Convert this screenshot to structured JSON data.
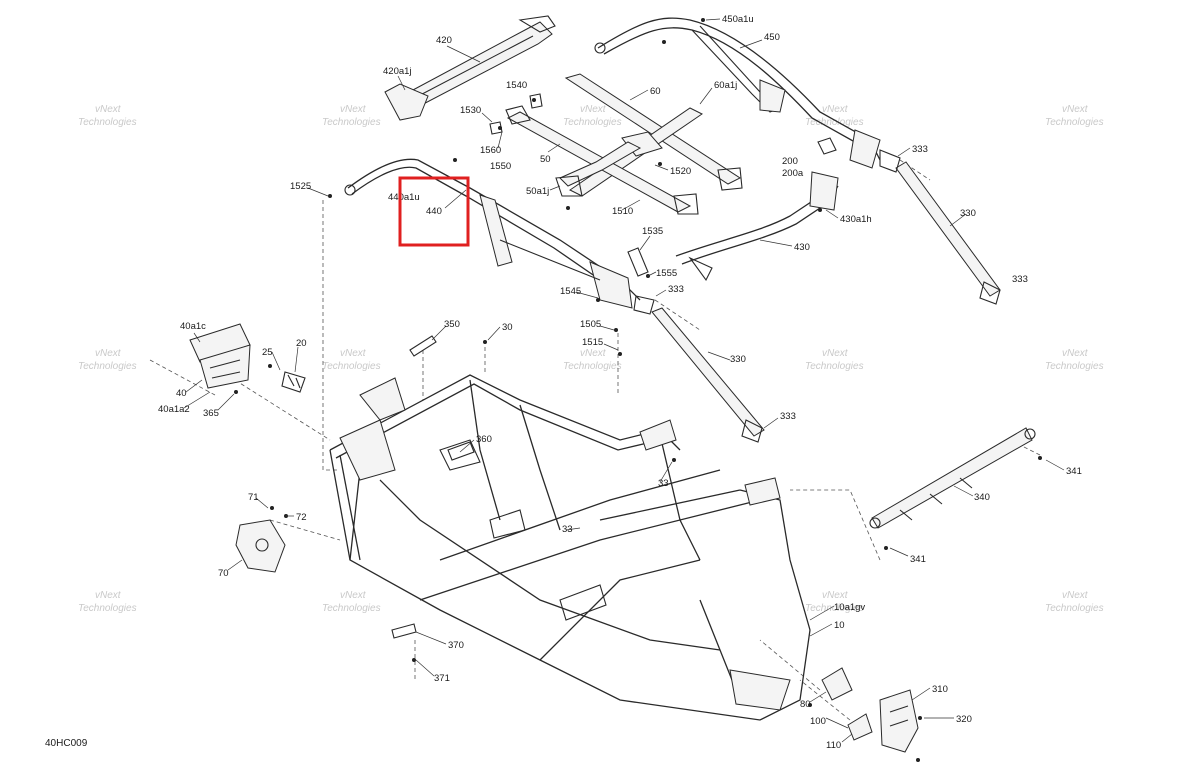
{
  "diagram": {
    "code": "40HC009",
    "watermark_line1": "vNext",
    "watermark_line2": "Technologies",
    "highlight_color": "#e02020",
    "labels": {
      "l420": "420",
      "l420a1j": "420a1j",
      "l450a1u": "450a1u",
      "l450": "450",
      "l1540": "1540",
      "l60": "60",
      "l60a1j": "60a1j",
      "l1530": "1530",
      "l1560": "1560",
      "l1550": "1550",
      "l50": "50",
      "l333a": "333",
      "l200": "200",
      "l200a": "200a",
      "l1520": "1520",
      "l50a1j": "50a1j",
      "l1510": "1510",
      "l430a1h": "430a1h",
      "l330a": "330",
      "l1525": "1525",
      "l440a1u": "440a1u",
      "l440": "440",
      "l1535": "1535",
      "l430": "430",
      "l1555": "1555",
      "l333b": "333",
      "l333c": "333",
      "l1545": "1545",
      "l350": "350",
      "l30": "30",
      "l1505": "1505",
      "l1515": "1515",
      "l40a1c": "40a1c",
      "l25": "25",
      "l20": "20",
      "l40": "40",
      "l40a1a2": "40a1a2",
      "l365": "365",
      "l330b": "330",
      "l333d": "333",
      "l360": "360",
      "l33a": "33",
      "l341a": "341",
      "l71": "71",
      "l72": "72",
      "l33b": "33",
      "l340": "340",
      "l70": "70",
      "l341b": "341",
      "l10a1gv": "10a1gv",
      "l10": "10",
      "l370": "370",
      "l371": "371",
      "l80": "80",
      "l310": "310",
      "l100": "100",
      "l320": "320",
      "l110": "110"
    }
  }
}
